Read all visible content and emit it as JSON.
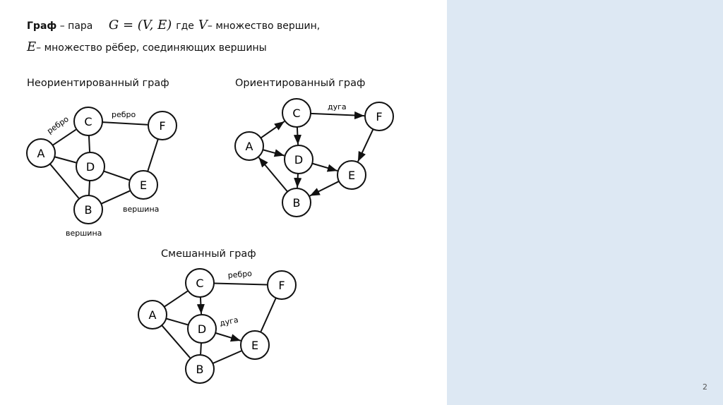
{
  "definition": {
    "term": "Граф",
    "dash_pair": " – пара",
    "formula": "G = (V, E)",
    "where": "где",
    "v_symbol": "V",
    "v_desc": "– множество вершин,",
    "e_symbol": "E",
    "e_desc": "– множество рёбер, соединяющих вершины"
  },
  "graphs": [
    {
      "title": "Неориентированный граф",
      "nodes": [
        "A",
        "B",
        "C",
        "D",
        "E",
        "F"
      ],
      "edges": [
        [
          "A",
          "C",
          false
        ],
        [
          "C",
          "F",
          false
        ],
        [
          "A",
          "D",
          false
        ],
        [
          "C",
          "D",
          false
        ],
        [
          "A",
          "B",
          false
        ],
        [
          "D",
          "B",
          false
        ],
        [
          "D",
          "E",
          false
        ],
        [
          "B",
          "E",
          false
        ],
        [
          "F",
          "E",
          false
        ]
      ],
      "labels": [
        "ребро",
        "ребро",
        "вершина",
        "вершина"
      ]
    },
    {
      "title": "Ориентированный граф",
      "nodes": [
        "A",
        "B",
        "C",
        "D",
        "E",
        "F"
      ],
      "edges": [
        [
          "A",
          "C",
          true
        ],
        [
          "C",
          "F",
          true
        ],
        [
          "C",
          "D",
          true
        ],
        [
          "A",
          "D",
          true
        ],
        [
          "D",
          "E",
          true
        ],
        [
          "D",
          "B",
          true
        ],
        [
          "F",
          "E",
          true
        ],
        [
          "E",
          "B",
          true
        ],
        [
          "B",
          "A",
          true
        ]
      ],
      "labels": [
        "дуга"
      ]
    },
    {
      "title": "Смешанный граф",
      "nodes": [
        "A",
        "B",
        "C",
        "D",
        "E",
        "F"
      ],
      "edges": [
        [
          "A",
          "C",
          false
        ],
        [
          "C",
          "F",
          false
        ],
        [
          "C",
          "D",
          true
        ],
        [
          "A",
          "D",
          false
        ],
        [
          "D",
          "E",
          true
        ],
        [
          "A",
          "B",
          false
        ],
        [
          "D",
          "B",
          false
        ],
        [
          "B",
          "E",
          false
        ],
        [
          "F",
          "E",
          false
        ]
      ],
      "labels": [
        "ребро",
        "дуга"
      ]
    }
  ],
  "page_number": "2"
}
